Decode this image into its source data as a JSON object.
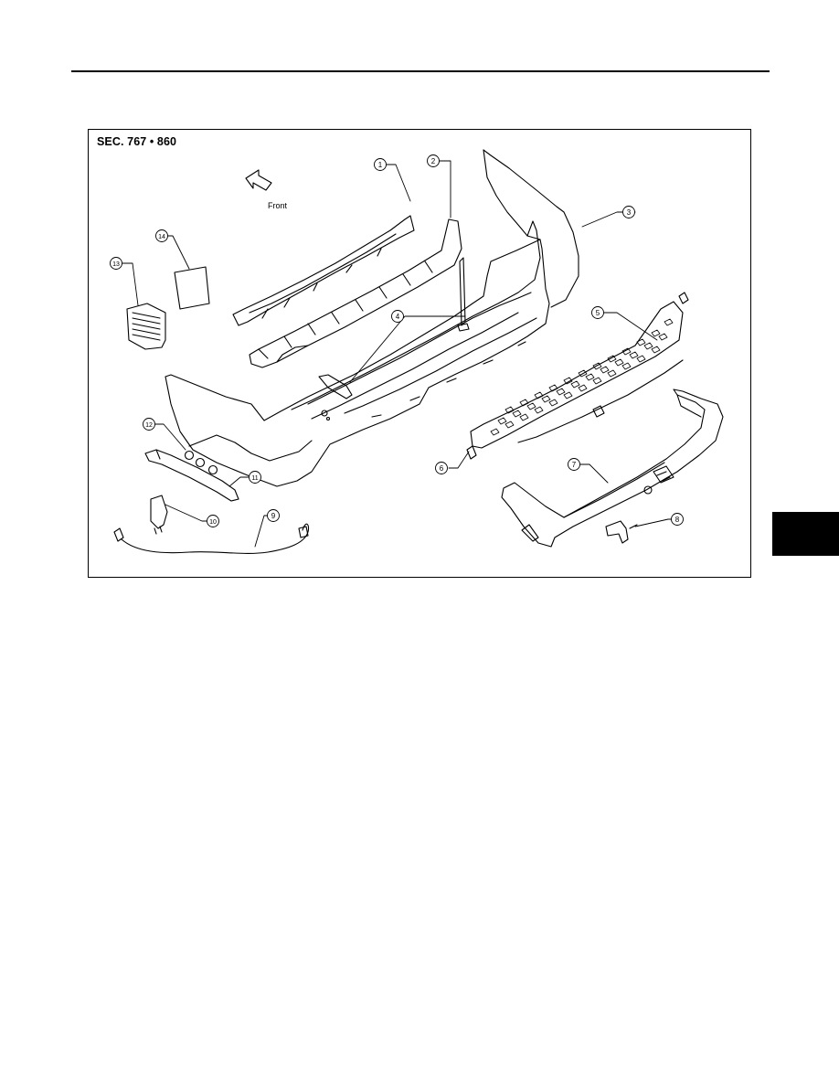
{
  "page": {
    "section_label": "SEC. 767 • 860",
    "front_label": "Front"
  },
  "callouts": [
    {
      "number": "1"
    },
    {
      "number": "2"
    },
    {
      "number": "3"
    },
    {
      "number": "4"
    },
    {
      "number": "5"
    },
    {
      "number": "6"
    },
    {
      "number": "7"
    },
    {
      "number": "8"
    },
    {
      "number": "9"
    },
    {
      "number": "10"
    },
    {
      "number": "11"
    },
    {
      "number": "12"
    },
    {
      "number": "13"
    },
    {
      "number": "14"
    }
  ],
  "colors": {
    "line": "#000000",
    "tab": "#000000",
    "background": "#ffffff"
  }
}
